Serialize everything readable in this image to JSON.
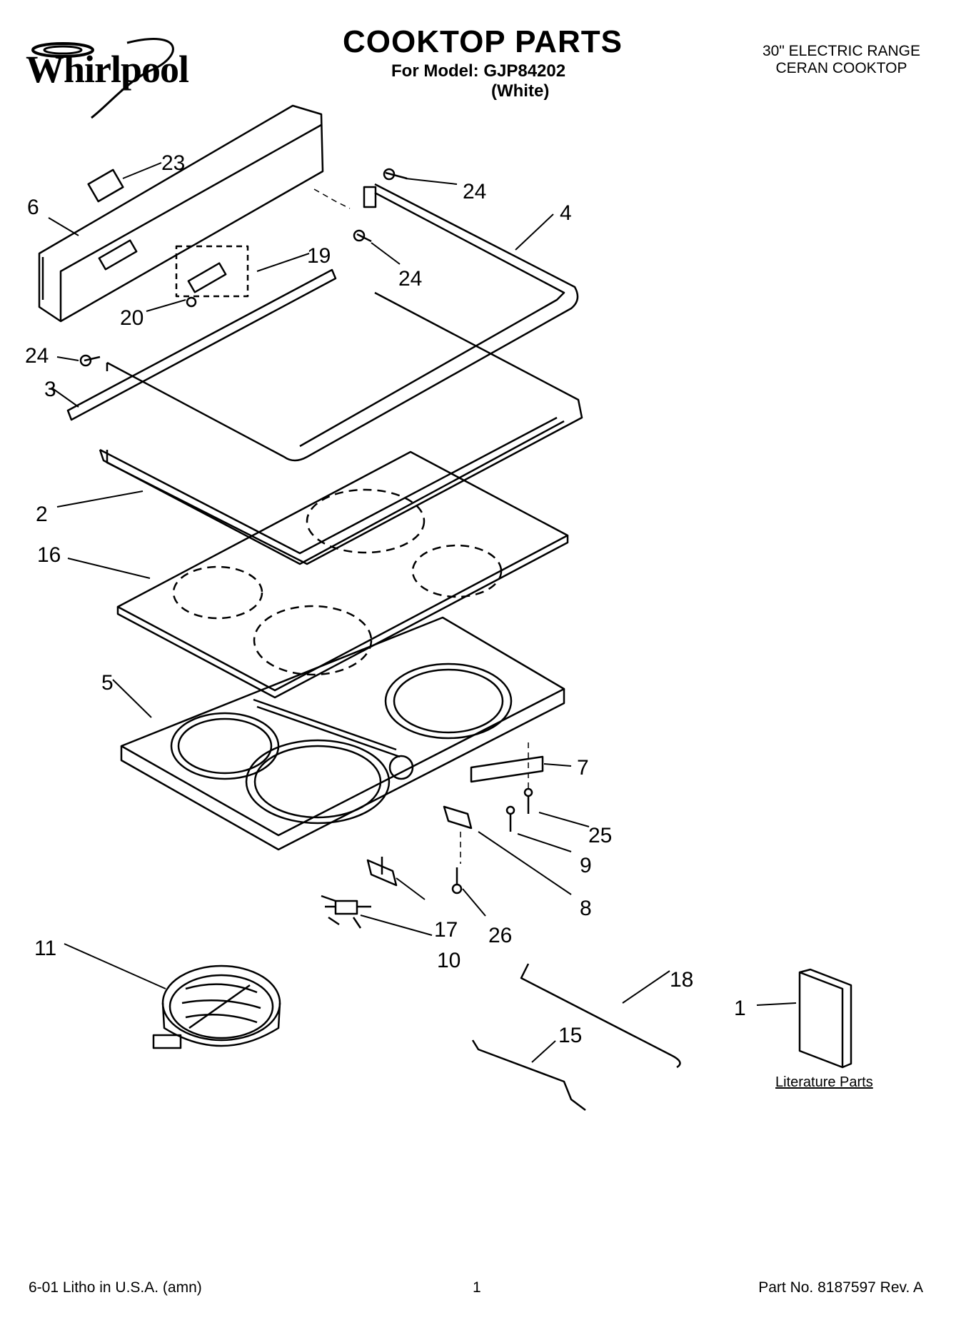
{
  "header": {
    "brand": "Whirlpool",
    "title": "COOKTOP PARTS",
    "model_line": "For Model: GJP84202",
    "variant": "(White)",
    "description_lines": [
      "30\" ELECTRIC RANGE",
      "CERAN COOKTOP"
    ]
  },
  "callouts": [
    "23",
    "24",
    "6",
    "4",
    "19",
    "24",
    "20",
    "24",
    "3",
    "2",
    "16",
    "5",
    "7",
    "25",
    "9",
    "8",
    "17",
    "26",
    "10",
    "11",
    "18",
    "1",
    "15"
  ],
  "literature_label": "Literature Parts",
  "footer": {
    "left": "6-01 Litho in U.S.A. (amn)",
    "center": "1",
    "right": "Part No. 8187597 Rev. A"
  }
}
